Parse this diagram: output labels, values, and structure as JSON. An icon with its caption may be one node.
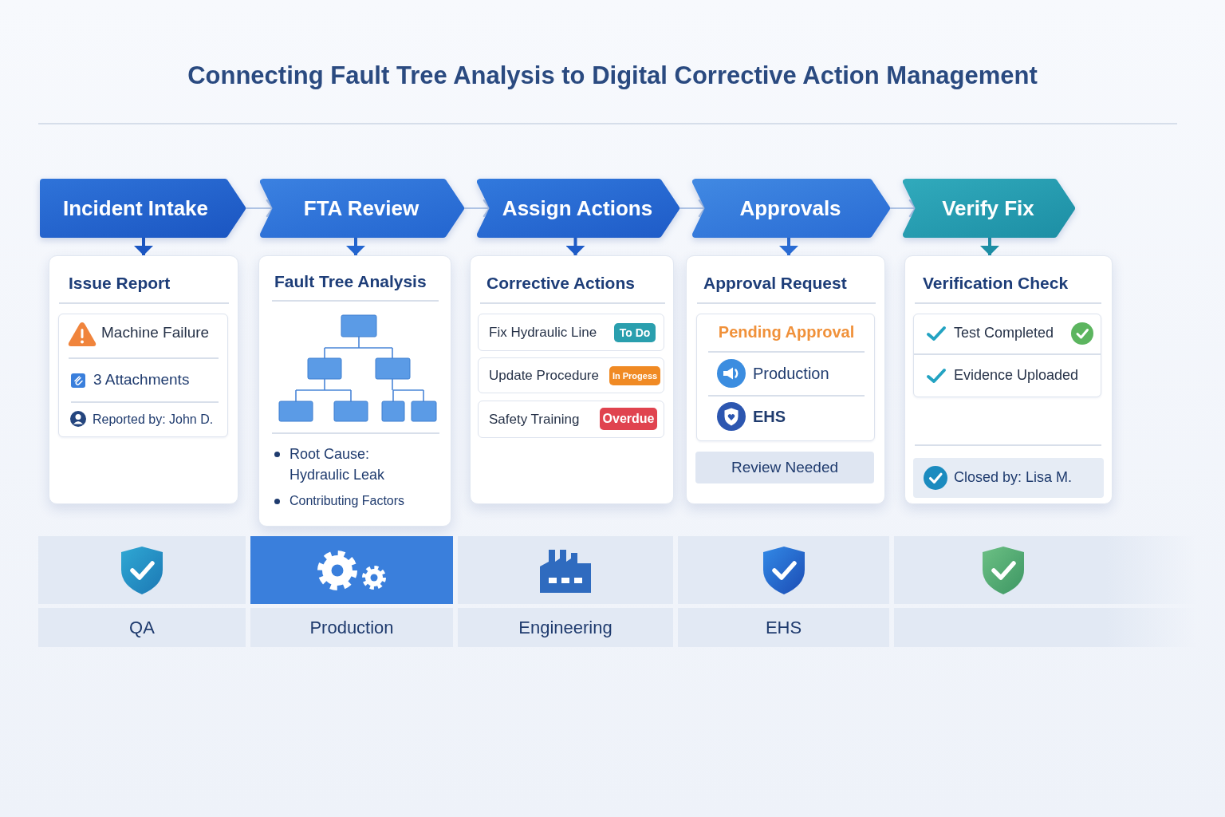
{
  "diagram": {
    "title": "Connecting Fault Tree Analysis to Digital Corrective Action Management",
    "nodes": [
      {
        "text": [
          "Incident Intake"
        ]
      },
      {
        "text": [
          "FTA Review"
        ]
      },
      {
        "text": [
          "Assign Actions"
        ]
      },
      {
        "text": [
          "Approvals"
        ]
      },
      {
        "text": [
          "Verify Fix"
        ]
      },
      {
        "text": [
          "Issue Report"
        ]
      },
      {
        "text": [
          "Machine Failure",
          "3 Attachments",
          "Reported by: John D."
        ],
        "in": 5
      },
      {
        "text": [
          "Fault Tree Analysis",
          "Root Cause: Hydraulic Leak",
          "Contributing Factors"
        ]
      },
      {
        "text": [
          "Corrective Actions"
        ]
      },
      {
        "text": [
          "Fix Hydraulic Line"
        ],
        "in": 8
      },
      {
        "text": [
          "To Do"
        ],
        "in": 9
      },
      {
        "text": [
          "Update Procedure"
        ],
        "in": 8
      },
      {
        "text": [
          "In Progess"
        ],
        "in": 11
      },
      {
        "text": [
          "Safety Training"
        ],
        "in": 8
      },
      {
        "text": [
          "Overdue"
        ],
        "in": 13
      },
      {
        "text": [
          "Approval Request"
        ]
      },
      {
        "text": [
          "Pending Approval",
          "Production",
          "EHS"
        ],
        "in": 15
      },
      {
        "text": [
          "Review Needed"
        ],
        "in": 15
      },
      {
        "text": [
          "Verification Check"
        ]
      },
      {
        "text": [
          "Test Completed",
          "Evidence Uploaded"
        ],
        "in": 18
      },
      {
        "text": [
          "Closed by: Lisa M."
        ],
        "in": 18
      },
      {
        "text": [
          "QA"
        ]
      },
      {
        "text": [
          "Production"
        ]
      },
      {
        "text": [
          "Engineering"
        ]
      },
      {
        "text": [
          "EHS"
        ]
      },
      {
        "text": [],
        "shape": "box"
      }
    ],
    "edges": [
      {
        "from": 0,
        "to": 1,
        "arrow": "to"
      },
      {
        "from": 1,
        "to": 2,
        "arrow": "to"
      },
      {
        "from": 2,
        "to": 3,
        "arrow": "to"
      },
      {
        "from": 3,
        "to": 4,
        "arrow": "to"
      },
      {
        "from": 0,
        "to": 5,
        "arrow": "to",
        "color": "#1b56c2"
      },
      {
        "from": 1,
        "to": 7,
        "arrow": "to",
        "color": "#2466d0"
      },
      {
        "from": 2,
        "to": 8,
        "arrow": "to",
        "color": "#1f5cc8"
      },
      {
        "from": 3,
        "to": 15,
        "arrow": "to",
        "color": "#2a6cd4"
      },
      {
        "from": 4,
        "to": 18,
        "arrow": "to",
        "color": "#1d8fa5"
      }
    ]
  }
}
